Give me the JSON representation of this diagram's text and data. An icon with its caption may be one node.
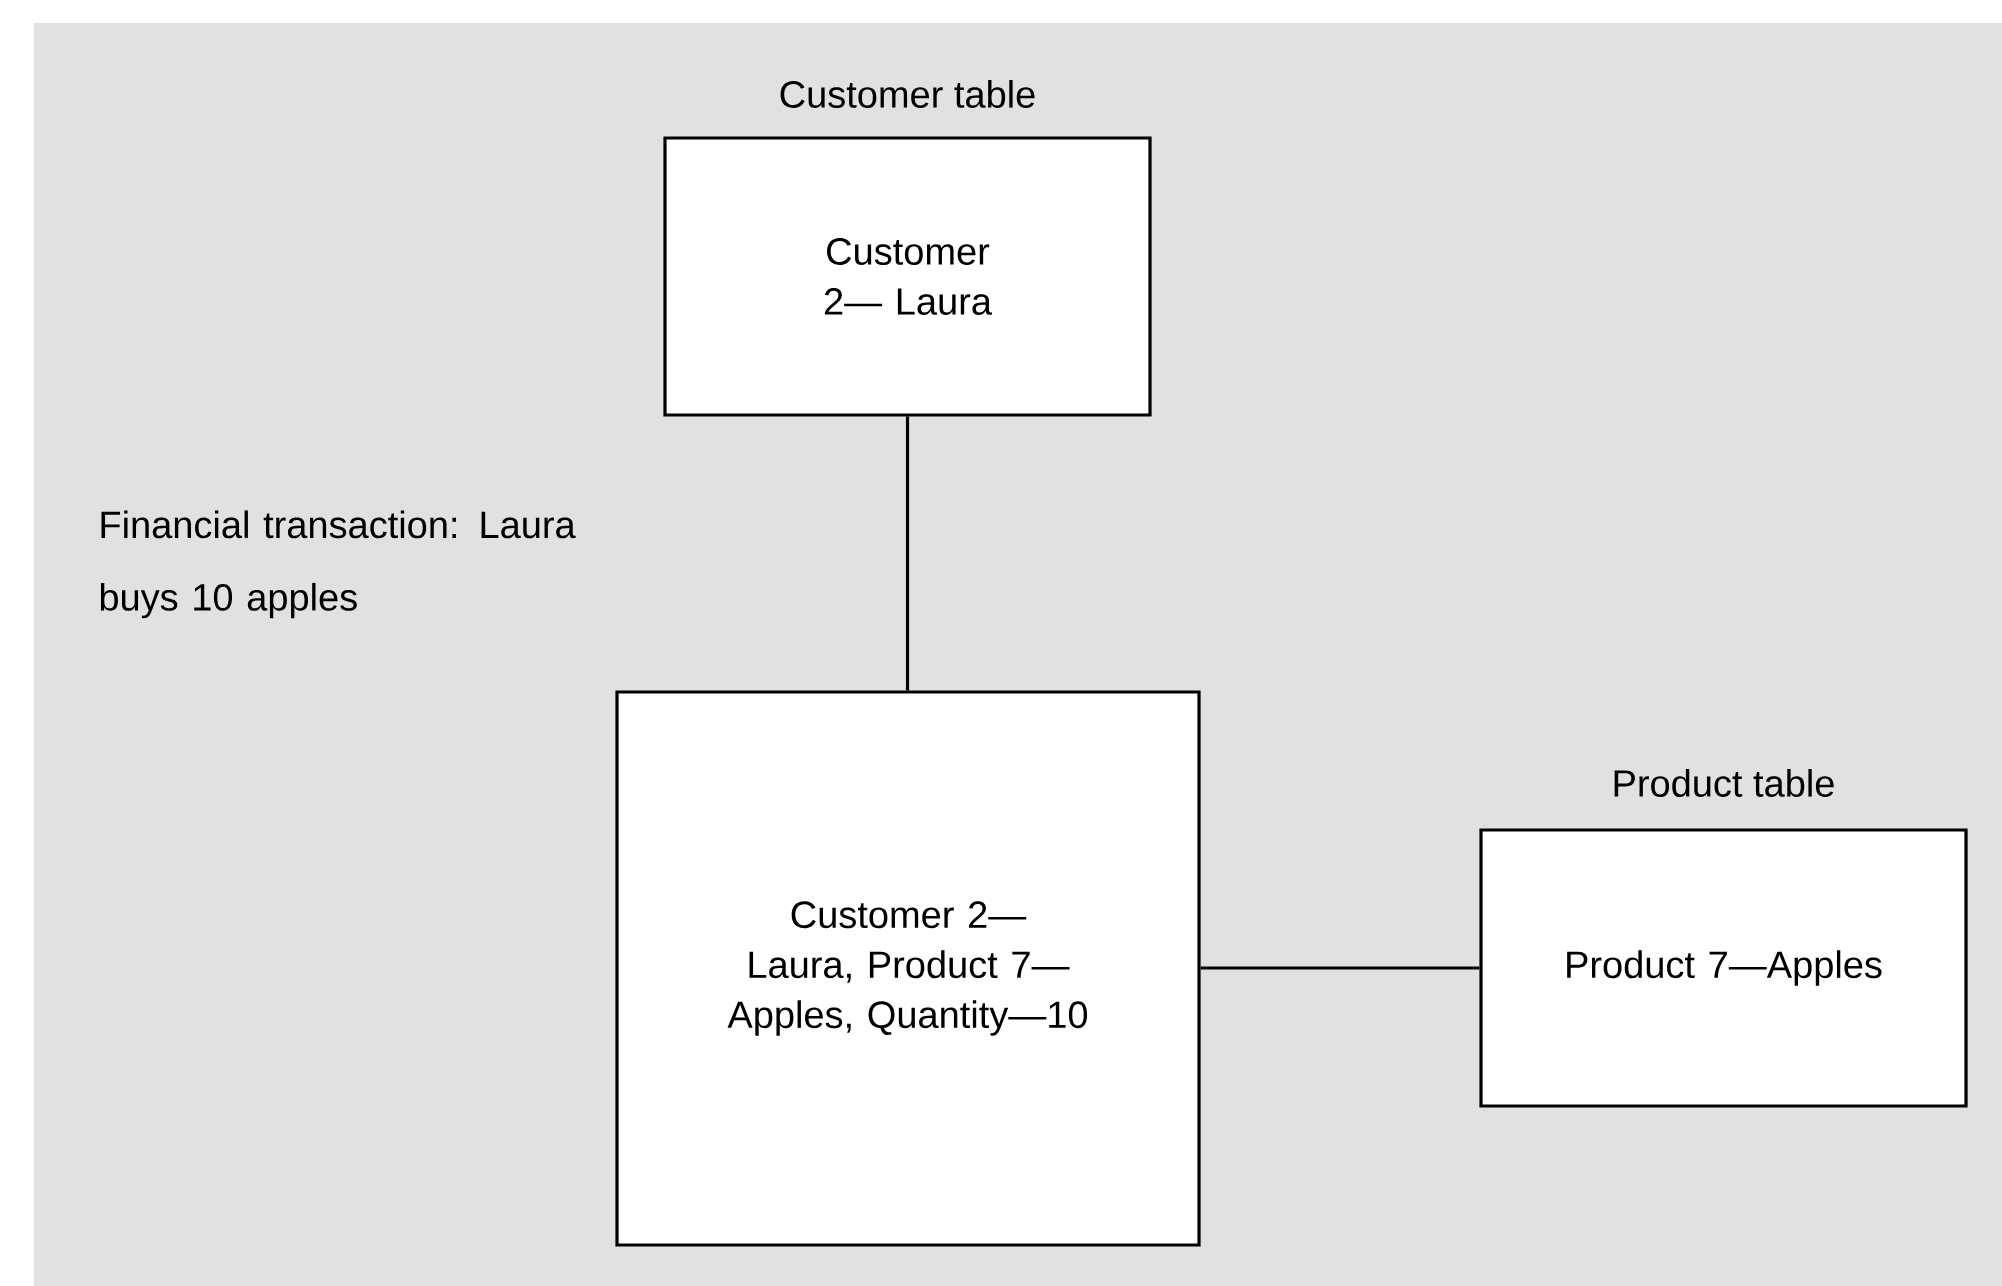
{
  "diagram": {
    "nodes": [
      {
        "text": [
          "Customer table",
          "Customer 2— Laura"
        ]
      },
      {
        "text": [
          "Customer 2—Laura, Product 7—Apples, Quantity—10"
        ]
      },
      {
        "text": [
          "Product table",
          "Product 7—Apples"
        ]
      }
    ],
    "edges": [
      {
        "from": 0,
        "to": 1,
        "arrow": "none"
      },
      {
        "from": 1,
        "to": 2,
        "arrow": "none"
      }
    ],
    "labels": [
      "Financial transaction: Laura buys 10 apples"
    ]
  }
}
